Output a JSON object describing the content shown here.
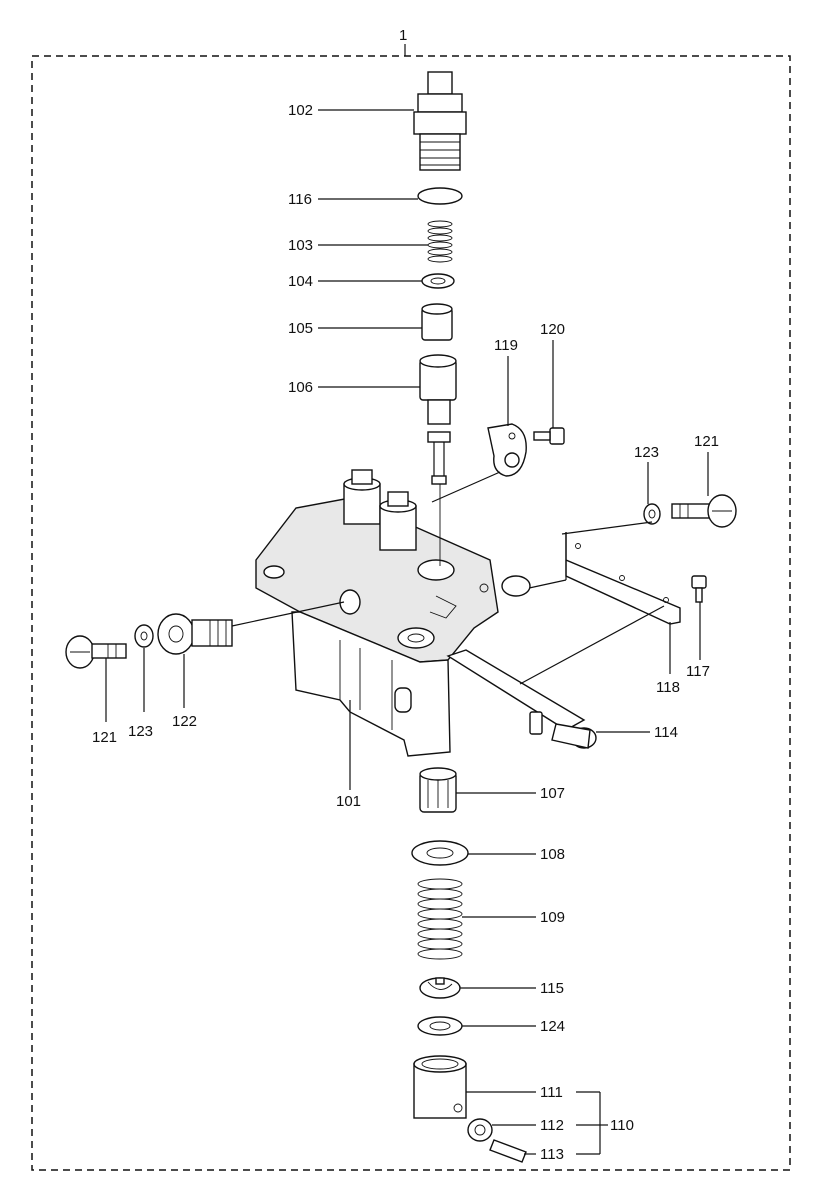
{
  "assembly_number": "1",
  "callouts": {
    "c101": "101",
    "c102": "102",
    "c103": "103",
    "c104": "104",
    "c105": "105",
    "c106": "106",
    "c107": "107",
    "c108": "108",
    "c109": "109",
    "c110": "110",
    "c111": "111",
    "c112": "112",
    "c113": "113",
    "c114": "114",
    "c115": "115",
    "c116": "116",
    "c117": "117",
    "c118": "118",
    "c119": "119",
    "c120": "120",
    "c121_right": "121",
    "c121_left": "121",
    "c122": "122",
    "c123_right": "123",
    "c123_left": "123",
    "c124": "124"
  }
}
